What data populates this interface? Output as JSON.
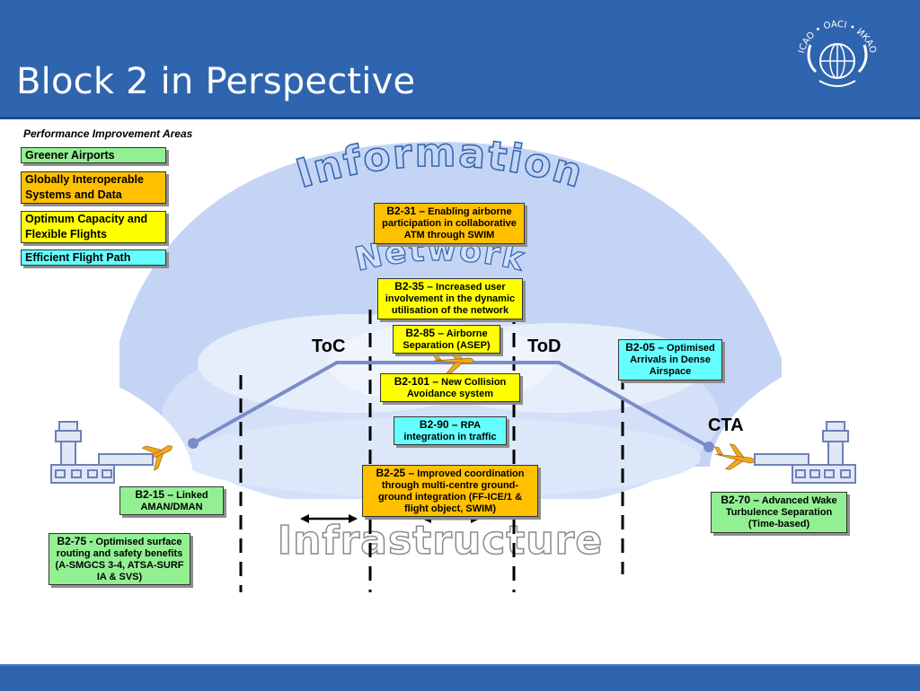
{
  "slide": {
    "title": "Block 2 in Perspective"
  },
  "logo": {
    "text": "ICAO • OACI • ИКАО"
  },
  "legend": {
    "title": "Performance Improvement Areas",
    "items": [
      {
        "label": "Greener Airports",
        "color": "#92f092"
      },
      {
        "label": "Globally Interoperable Systems and Data",
        "color": "#ffc000"
      },
      {
        "label": "Optimum Capacity and Flexible Flights",
        "color": "#ffff00"
      },
      {
        "label": "Efficient Flight Path",
        "color": "#66ffff"
      }
    ]
  },
  "background_text": {
    "information": "Information",
    "network": "Network",
    "infrastructure": "Infrastructure"
  },
  "flight_labels": {
    "toc": "ToC",
    "tod": "ToD",
    "cta": "CTA"
  },
  "modules": [
    {
      "id": "b2-31",
      "code": "B2-31 –",
      "text": "Enabling airborne participation in collaborative ATM through SWIM",
      "color": "orange"
    },
    {
      "id": "b2-35",
      "code": "B2-35 –",
      "text": "Increased user involvement in the dynamic utilisation of the network",
      "color": "yellow"
    },
    {
      "id": "b2-85",
      "code": "B2-85 –",
      "text": "Airborne Separation (ASEP)",
      "color": "yellow"
    },
    {
      "id": "b2-101",
      "code": "B2-101 –",
      "text": "New Collision Avoidance system",
      "color": "yellow"
    },
    {
      "id": "b2-90",
      "code": "B2-90 –",
      "text": "RPA integration in traffic",
      "color": "cyan"
    },
    {
      "id": "b2-25",
      "code": "B2-25 –",
      "text": "Improved coordination through multi-centre ground-ground integration (FF-ICE/1 & flight object, SWIM)",
      "color": "orange"
    },
    {
      "id": "b2-05",
      "code": "B2-05 –",
      "text": "Optimised Arrivals in Dense Airspace",
      "color": "cyan"
    },
    {
      "id": "b2-15",
      "code": "B2-15 –",
      "text": "Linked AMAN/DMAN",
      "color": "green"
    },
    {
      "id": "b2-75",
      "code": "B2-75 -",
      "text": "Optimised surface routing and safety benefits (A-SMGCS 3-4, ATSA-SURF IA & SVS)",
      "color": "green"
    },
    {
      "id": "b2-70",
      "code": "B2-70 –",
      "text": "Advanced Wake Turbulence Separation (Time-based)",
      "color": "green"
    }
  ]
}
